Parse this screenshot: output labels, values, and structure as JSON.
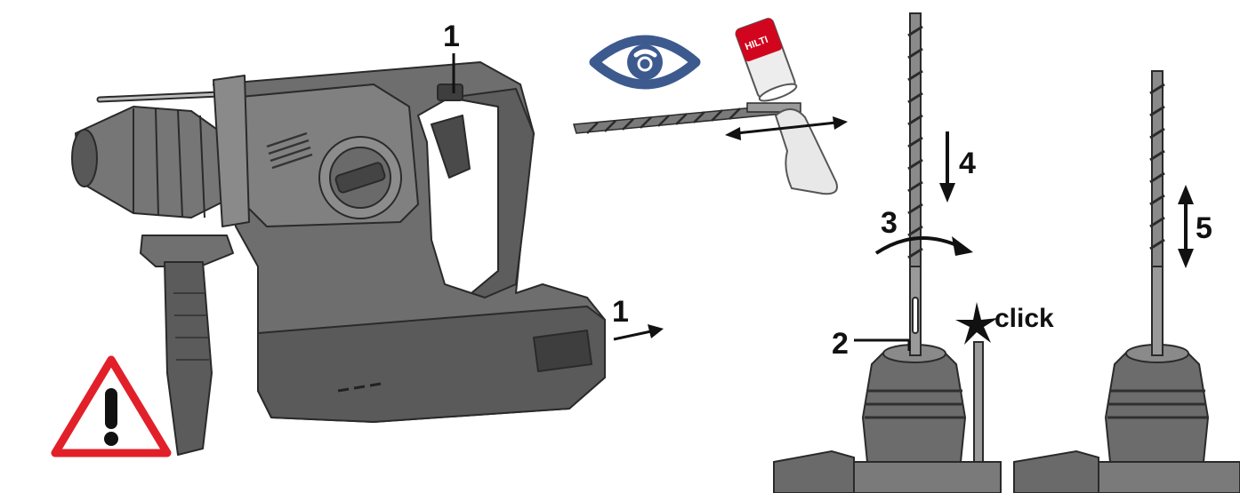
{
  "colors": {
    "tool_dark": "#5a5a5a",
    "tool_mid": "#7a7a7a",
    "tool_light": "#9a9a9a",
    "outline": "#2a2a2a",
    "eye_blue": "#3d5a8f",
    "warning_red": "#e2202a",
    "brand_red": "#d2051e"
  },
  "icons": [
    "eye-icon",
    "warning-triangle-icon",
    "grease-tube-icon",
    "spark-icon"
  ],
  "labels": {
    "step_1_top": "1",
    "step_1_side": "1",
    "step_2": "2",
    "step_3": "3",
    "step_4": "4",
    "step_5": "5",
    "click": "click",
    "grease_brand": "HILTI"
  }
}
